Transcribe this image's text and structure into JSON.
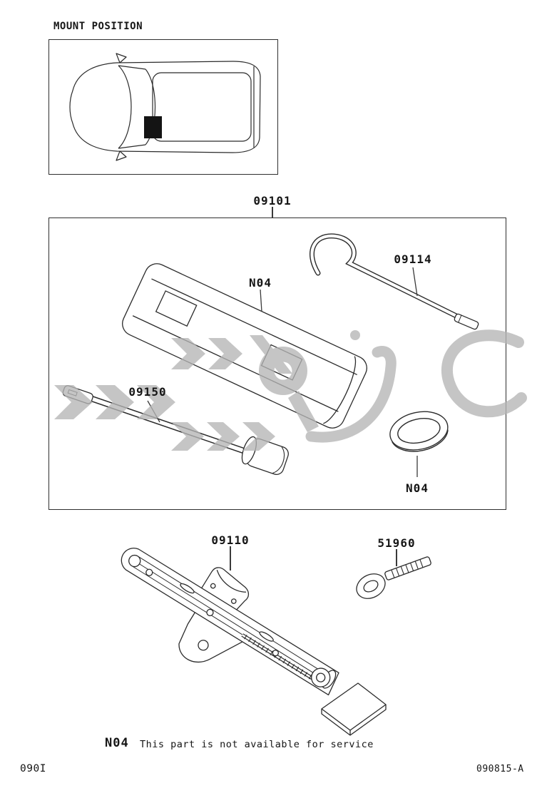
{
  "colors": {
    "line": "#2b2b2b",
    "watermark": "#b5b5b5",
    "text": "#161616"
  },
  "mount_position": {
    "label": "MOUNT POSITION"
  },
  "toolkit": {
    "box_label": "09101",
    "bag_label": "N04",
    "handle_label": "09114",
    "wrench_label": "09150",
    "band_label": "N04"
  },
  "lower_parts": {
    "jack_label": "09110",
    "tow_hook_label": "51960"
  },
  "note": {
    "code": "N04",
    "text": "This part is not available for service"
  },
  "footer": {
    "left": "090I",
    "right": "090815-A"
  }
}
